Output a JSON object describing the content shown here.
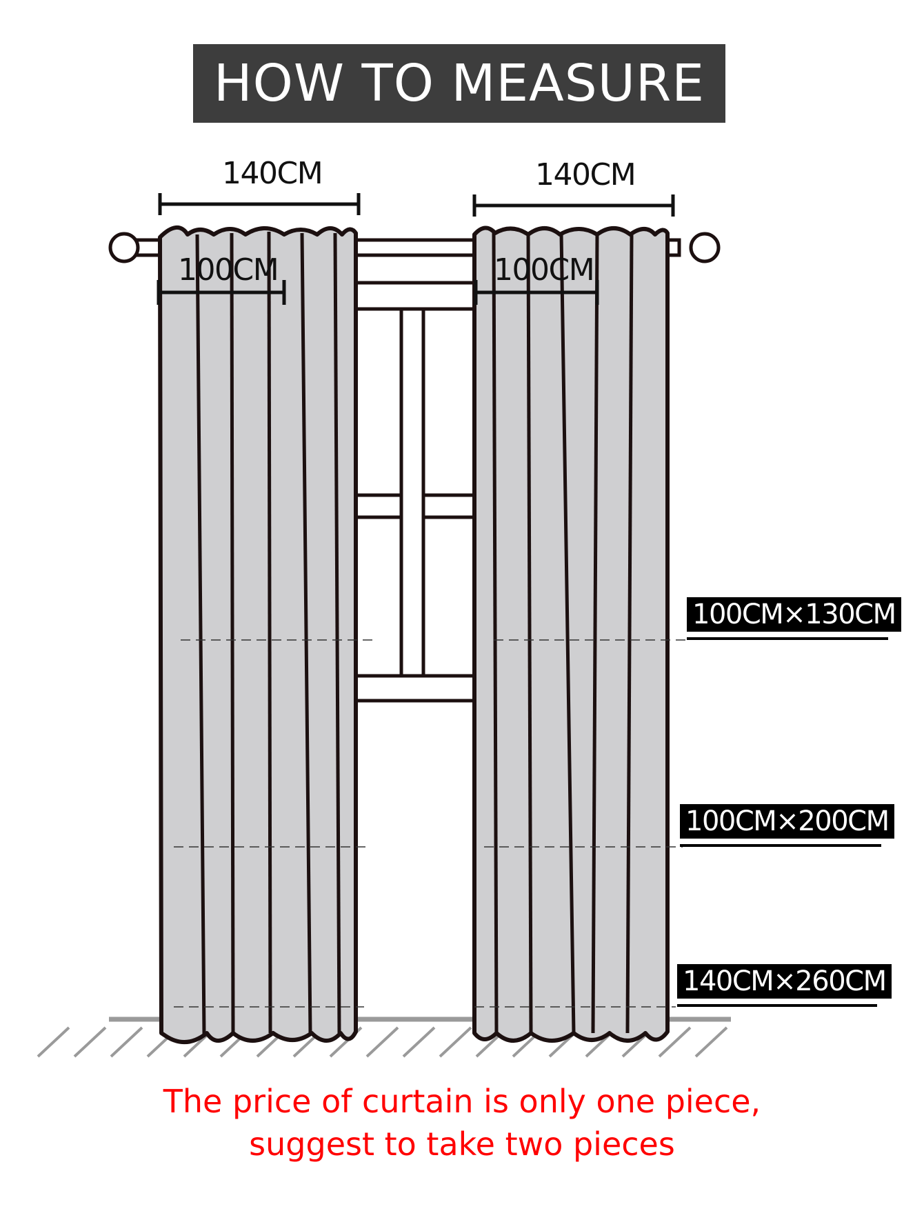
{
  "header": {
    "title": "HOW TO MEASURE"
  },
  "dimensions": {
    "left_panel_width": "140CM",
    "right_panel_width": "140CM",
    "left_flat_width": "100CM",
    "right_flat_width": "100CM"
  },
  "sizes": [
    {
      "label": "100CM×130CM"
    },
    {
      "label": "100CM×200CM"
    },
    {
      "label": "140CM×260CM"
    }
  ],
  "note": {
    "line1": "The price of curtain is only one piece,",
    "line2": "suggest to take two pieces"
  },
  "colors": {
    "title_bg": "#3d3d3d",
    "curtain_fill": "#cfcfd1",
    "note_text": "#ff0000"
  }
}
